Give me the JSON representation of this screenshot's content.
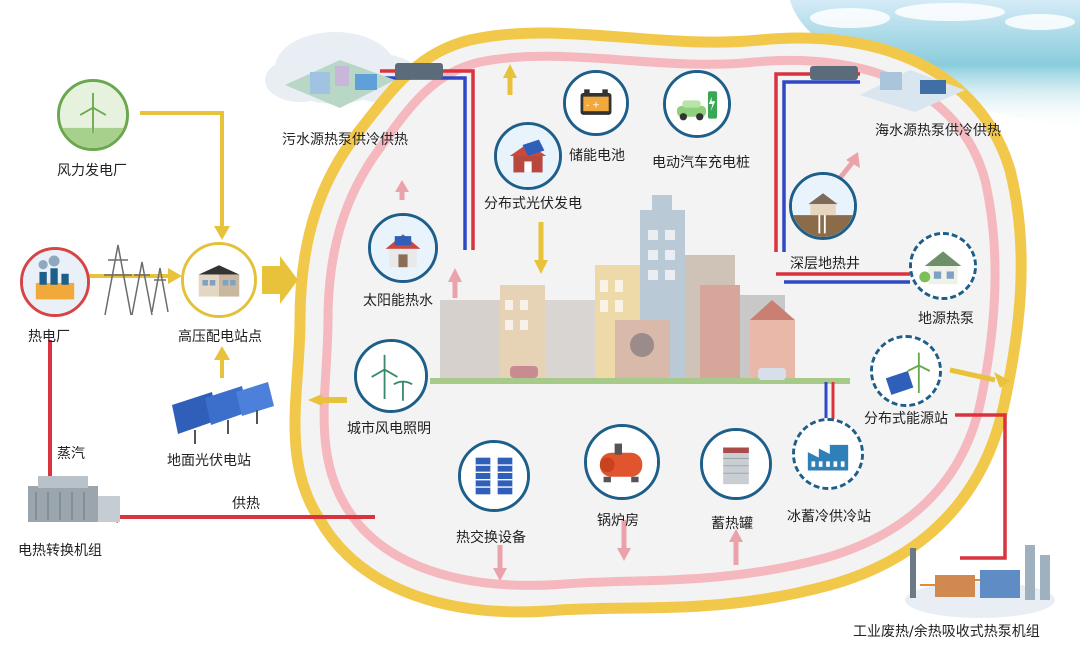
{
  "labels": {
    "wind_farm": "风力发电厂",
    "thermal_plant": "热电厂",
    "substation": "高压配电站点",
    "ground_pv": "地面光伏电站",
    "electric_heat_unit": "电热转换机组",
    "steam": "蒸汽",
    "heat_supply": "供热",
    "sewage_heat_pump": "污水源热泵供冷供热",
    "distributed_pv": "分布式光伏发电",
    "storage_battery": "储能电池",
    "ev_charging": "电动汽车充电桩",
    "seawater_heat_pump": "海水源热泵供冷供热",
    "deep_geothermal": "深层地热井",
    "ground_source_pump": "地源热泵",
    "solar_water_heater": "太阳能热水",
    "distributed_energy": "分布式能源站",
    "city_wind_lighting": "城市风电照明",
    "heat_exchanger": "热交换设备",
    "boiler_room": "锅炉房",
    "heat_storage_tank": "蓄热罐",
    "ice_storage_cooling": "冰蓄冷供冷站",
    "industrial_waste_heat": "工业废热/余热吸收式热泵机组"
  },
  "colors": {
    "outer_ring": "#f2c84b",
    "inner_ring": "#f4b8be",
    "node_blue": "#1e5f8a",
    "node_green": "#6aa84f",
    "node_red": "#d64545",
    "node_yellow": "#e3c13b",
    "arrow_yellow": "#e8c23a",
    "arrow_pink": "#eba3ab",
    "pipe_red": "#d9333f",
    "pipe_blue": "#2f49c4"
  }
}
